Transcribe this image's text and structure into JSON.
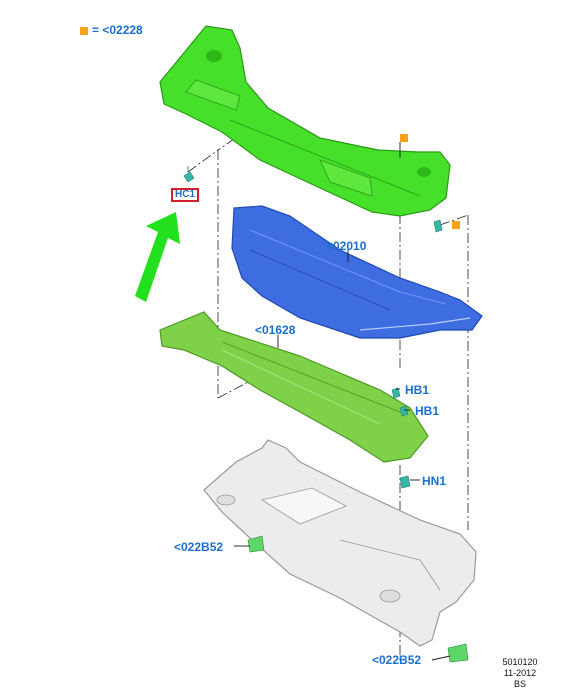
{
  "legend": {
    "symbol_color": "#f7a21b",
    "text": "= <02228"
  },
  "callout": {
    "code": "HC1",
    "border_color": "#d0202c"
  },
  "parts": [
    {
      "id": "p-02010",
      "label": "<02010",
      "color": "#3d6de0"
    },
    {
      "id": "p-01628",
      "label": "<01628",
      "color": "#7fd14a"
    },
    {
      "id": "p-hb1-a",
      "label": "HB1"
    },
    {
      "id": "p-hb1-b",
      "label": "HB1"
    },
    {
      "id": "p-hn1",
      "label": "HN1"
    },
    {
      "id": "p-022b52-a",
      "label": "<022B52"
    },
    {
      "id": "p-022b52-b",
      "label": "<022B52"
    }
  ],
  "top_panel_color": "#46e02a",
  "arrow_color": "#22e01c",
  "label_color": "#1a6fd0",
  "footer": {
    "line1": "5010120",
    "line2": "11-2012",
    "line3": "BS"
  }
}
